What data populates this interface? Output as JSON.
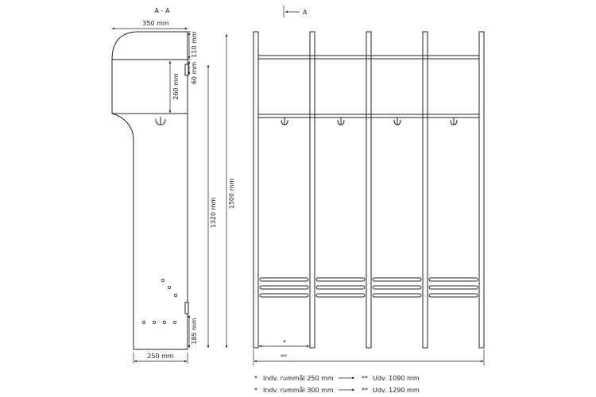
{
  "section": {
    "title": "A - A",
    "marker": "A",
    "dims": {
      "top_width": "350 mm",
      "bottom_width": "250 mm",
      "d110": "110 mm",
      "d60": "60 mm",
      "d260": "260 mm",
      "d1320": "1320 mm",
      "d1500": "1500 mm",
      "d185": "185 mm"
    }
  },
  "front": {
    "dim_single": "*",
    "dim_total": "**"
  },
  "legend": [
    {
      "star": "*",
      "label": "Indv. rummål 250 mm",
      "star2": "**",
      "total": "Udv. 1090 mm"
    },
    {
      "star": "*",
      "label": "Indv. rummål 300 mm",
      "star2": "**",
      "total": "Udv. 1290 mm"
    }
  ],
  "colors": {
    "line": "#222222",
    "background": "#ffffff"
  }
}
